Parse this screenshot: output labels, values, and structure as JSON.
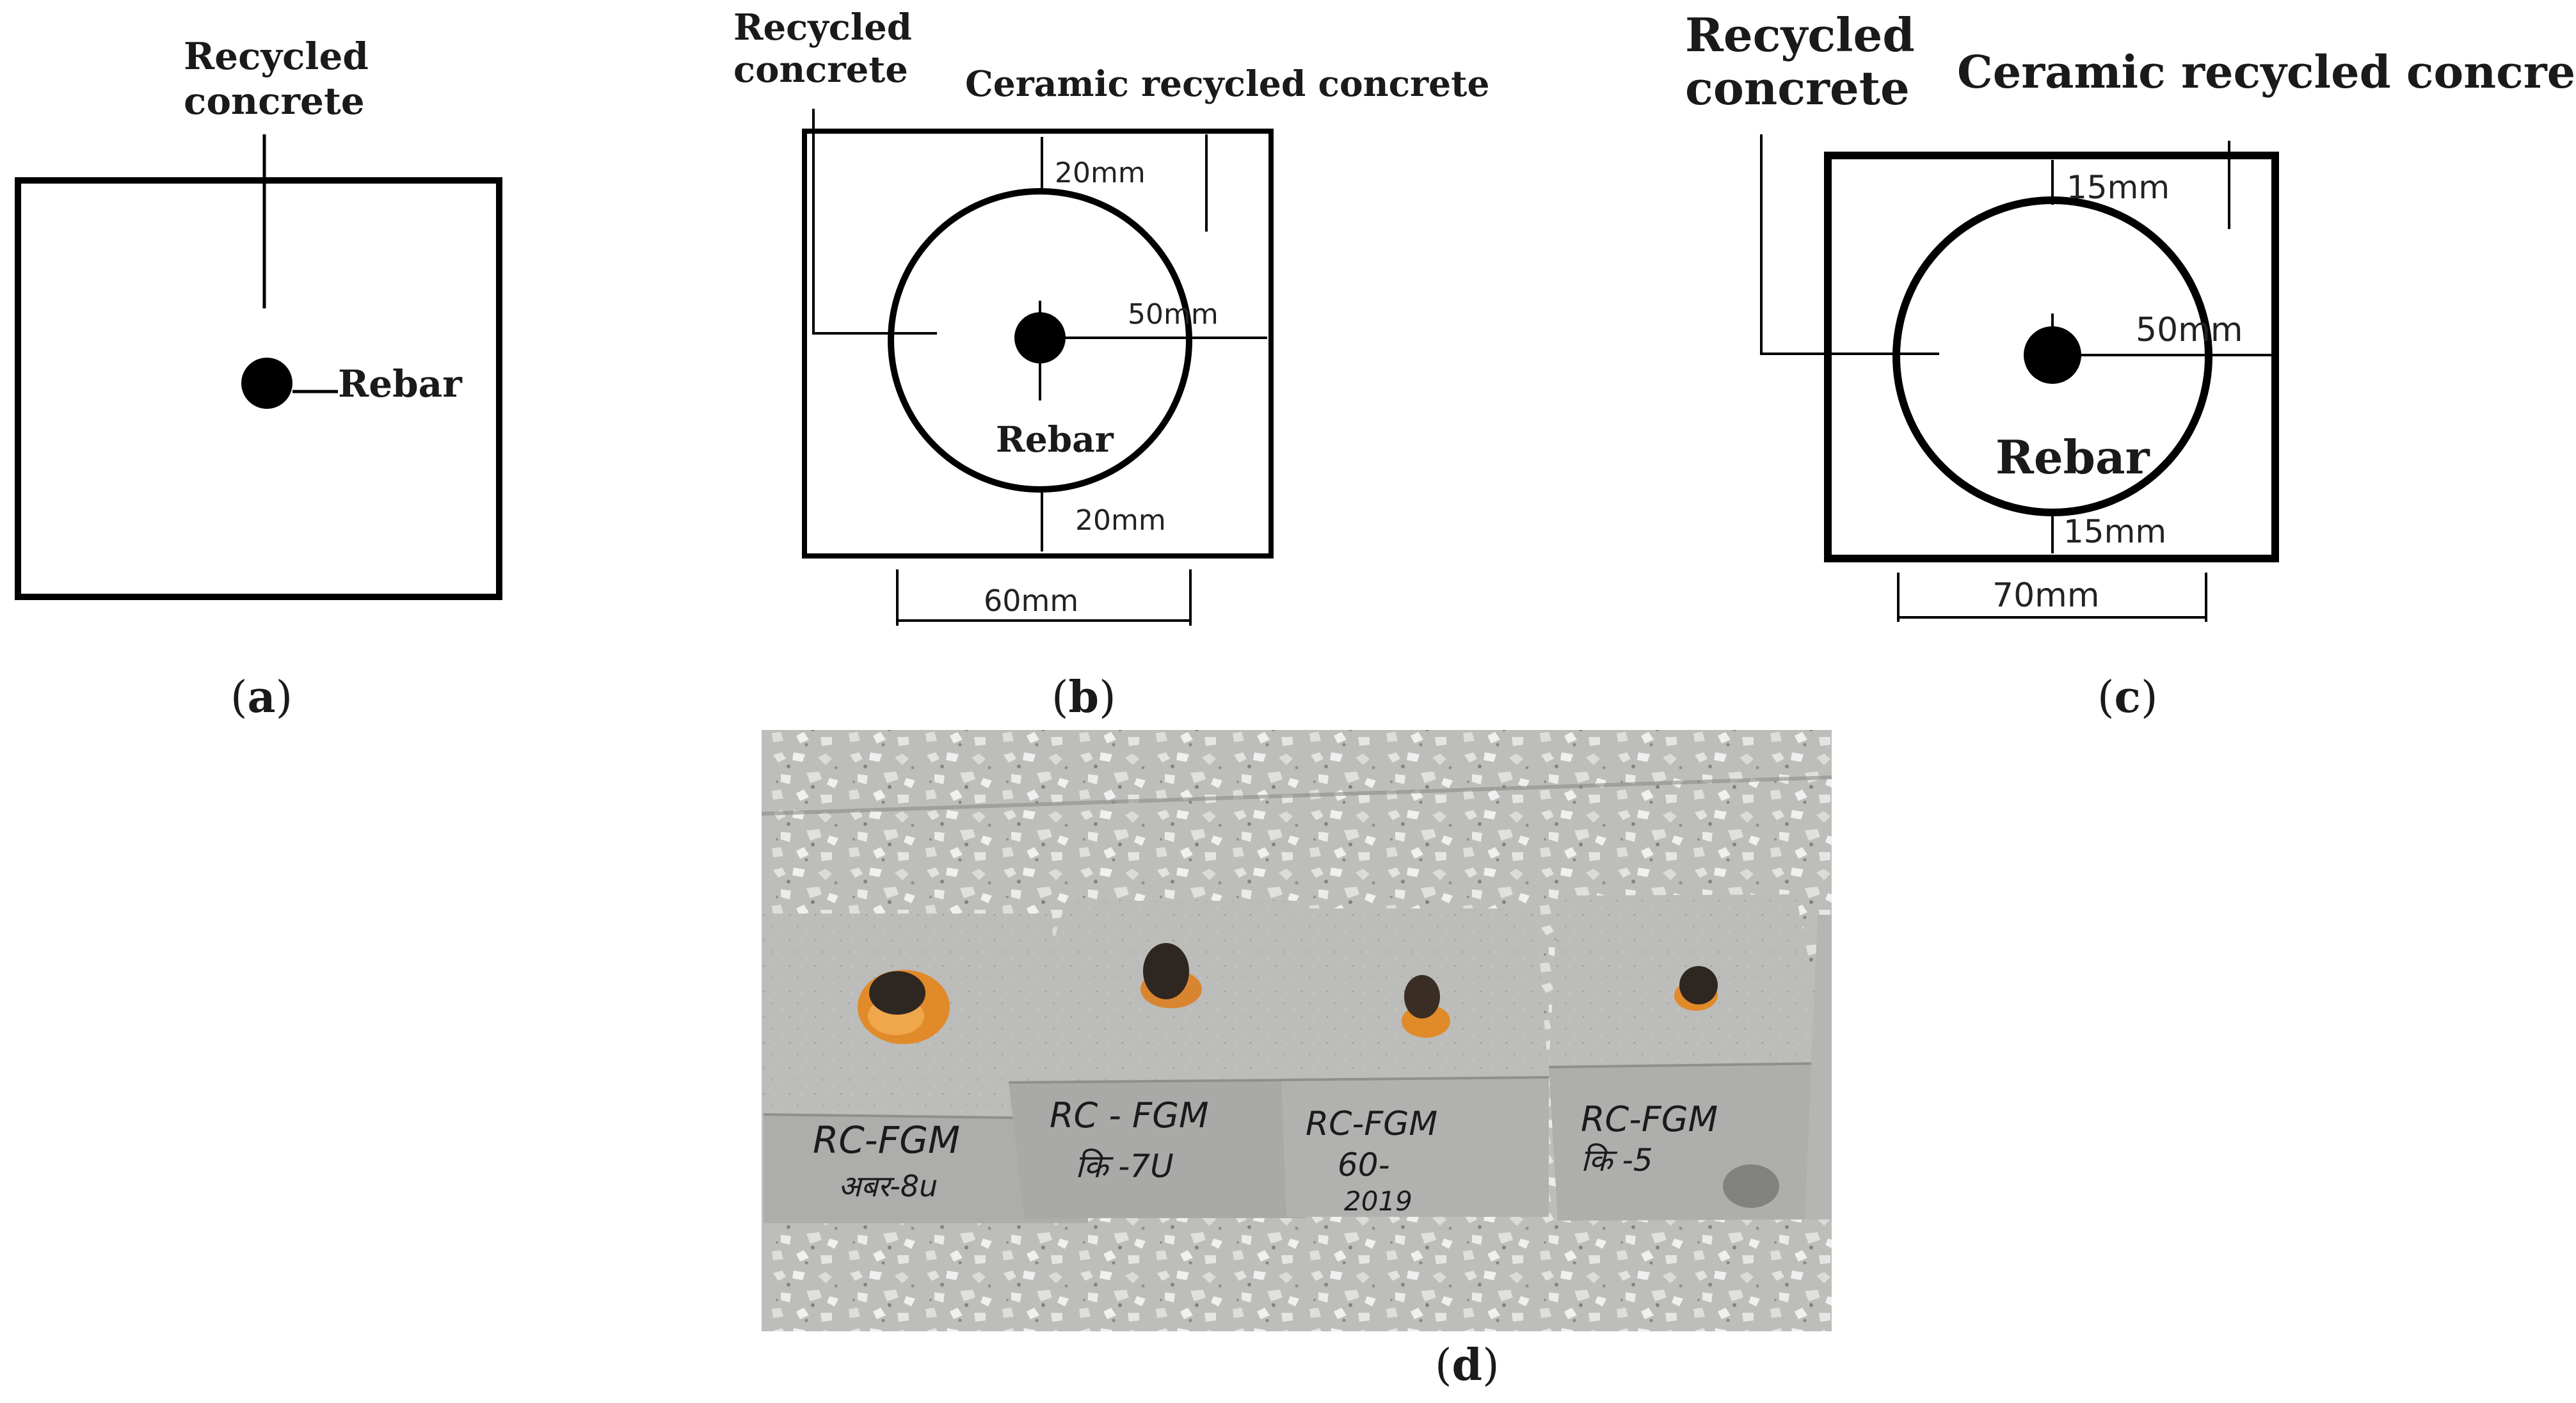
{
  "panels": {
    "a": {
      "caption_open": "(",
      "caption_letter": "a",
      "caption_close": ")",
      "recycled_concrete_line1": "Recycled",
      "recycled_concrete_line2": "concrete",
      "rebar": "Rebar"
    },
    "b": {
      "caption_open": "(",
      "caption_letter": "b",
      "caption_close": ")",
      "recycled_concrete_line1": "Recycled",
      "recycled_concrete_line2": "concrete",
      "ceramic_recycled_concrete": "Ceramic recycled concrete",
      "top_cover": "20mm",
      "bottom_cover": "20mm",
      "core_radius": "50mm",
      "core_width": "60mm",
      "rebar": "Rebar"
    },
    "c": {
      "caption_open": "(",
      "caption_letter": "c",
      "caption_close": ")",
      "recycled_concrete_line1": "Recycled",
      "recycled_concrete_line2": "concrete",
      "ceramic_recycled_concrete": "Ceramic recycled concrete",
      "top_cover": "15mm",
      "bottom_cover": "15mm",
      "core_radius": "50mm",
      "core_width": "70mm",
      "rebar": "Rebar"
    },
    "d": {
      "caption_open": "(",
      "caption_letter": "d",
      "caption_close": ")",
      "specimens": [
        {
          "line1": "RC-FGM",
          "line2": "अबर-8u"
        },
        {
          "line1": "RC - FGM",
          "line2": "कि -7U"
        },
        {
          "line1": "RC-FGM",
          "line2": "60-",
          "line3": "2019"
        },
        {
          "line1": "RC-FGM",
          "line2": "कि -5"
        }
      ]
    }
  },
  "colors": {
    "line": "#000000",
    "concrete": "#b9b9b7",
    "floor": "#cfcfcc",
    "rust": "#e08a2a",
    "rebar_core": "#2e2620"
  }
}
